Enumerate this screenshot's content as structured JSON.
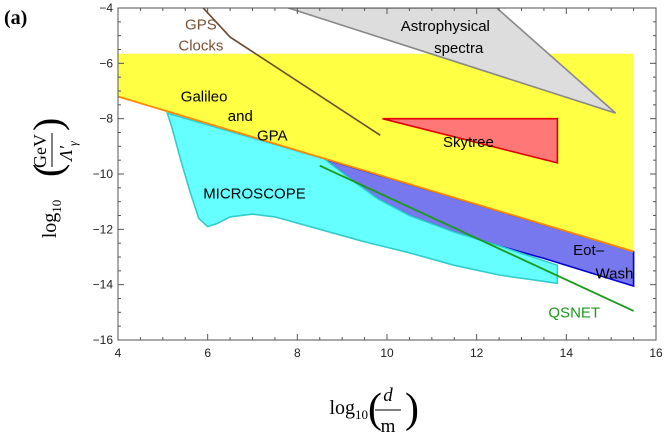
{
  "chart_data": {
    "type": "area",
    "panel_label": "(a)",
    "xlabel": {
      "pre": "log",
      "sub": "10",
      "num": "d",
      "den": "m"
    },
    "ylabel": {
      "pre": "log",
      "sub": "10",
      "num": "GeV",
      "den": "Λ′",
      "den_sub": "γ"
    },
    "xlim": [
      4,
      16
    ],
    "ylim": [
      -16,
      -4
    ],
    "xticks": [
      4,
      6,
      8,
      10,
      12,
      14,
      16
    ],
    "yticks": [
      -16,
      -14,
      -12,
      -10,
      -8,
      -6,
      -4
    ],
    "grid": false,
    "series": [
      {
        "name": "Galileo and GPA",
        "kind": "region",
        "fill": "#ffff44",
        "stroke": "none",
        "points": [
          [
            4,
            -7.2
          ],
          [
            4,
            -5.65
          ],
          [
            15.5,
            -5.65
          ],
          [
            15.5,
            -12.8
          ]
        ]
      },
      {
        "name": "Eot-Wash",
        "kind": "region",
        "fill": "#7777ee",
        "stroke": "#0000cc",
        "points": [
          [
            8.6,
            -9.45
          ],
          [
            15.5,
            -12.8
          ],
          [
            15.5,
            -14.05
          ],
          [
            14.6,
            -13.6
          ],
          [
            13.5,
            -13.05
          ],
          [
            12.5,
            -12.6
          ],
          [
            11.5,
            -12.1
          ],
          [
            10.5,
            -11.5
          ],
          [
            9.8,
            -10.9
          ],
          [
            9.2,
            -10.2
          ],
          [
            8.6,
            -9.45
          ]
        ]
      },
      {
        "name": "MICROSCOPE",
        "kind": "region",
        "fill": "#66ffff",
        "stroke": "#33cccc",
        "points": [
          [
            5.1,
            -7.8
          ],
          [
            8.6,
            -9.45
          ],
          [
            9.2,
            -10.2
          ],
          [
            9.8,
            -10.9
          ],
          [
            10.5,
            -11.5
          ],
          [
            11.5,
            -12.1
          ],
          [
            12.5,
            -12.6
          ],
          [
            13.8,
            -13.3
          ],
          [
            13.8,
            -13.95
          ],
          [
            12.5,
            -13.65
          ],
          [
            11.5,
            -13.3
          ],
          [
            10.5,
            -12.85
          ],
          [
            9.5,
            -12.45
          ],
          [
            8.5,
            -12.0
          ],
          [
            7.5,
            -11.55
          ],
          [
            7.0,
            -11.45
          ],
          [
            6.5,
            -11.55
          ],
          [
            6.2,
            -11.8
          ],
          [
            6.0,
            -11.9
          ],
          [
            5.8,
            -11.6
          ],
          [
            5.6,
            -10.6
          ],
          [
            5.4,
            -9.5
          ],
          [
            5.2,
            -8.3
          ],
          [
            5.1,
            -7.8
          ]
        ]
      },
      {
        "name": "Skytree",
        "kind": "region",
        "fill": "#ff7777",
        "stroke": "#dd0000",
        "points": [
          [
            9.9,
            -8.0
          ],
          [
            13.8,
            -8.0
          ],
          [
            13.8,
            -9.6
          ]
        ]
      },
      {
        "name": "Astrophysical spectra",
        "kind": "region",
        "fill": "#dddddd",
        "stroke": "#888888",
        "points": [
          [
            7.8,
            -4.0
          ],
          [
            12.45,
            -4.0
          ],
          [
            15.1,
            -7.8
          ]
        ]
      },
      {
        "name": "",
        "kind": "line",
        "stroke": "#ff8800",
        "width": 1.8,
        "points": [
          [
            4,
            -7.2
          ],
          [
            15.5,
            -12.8
          ]
        ]
      },
      {
        "name": "GPS Clocks",
        "kind": "line",
        "stroke": "#6b4a2e",
        "width": 1.6,
        "points": [
          [
            5.9,
            -4.0
          ],
          [
            6.5,
            -5.05
          ],
          [
            9.85,
            -8.6
          ]
        ]
      },
      {
        "name": "QSNET",
        "kind": "line",
        "stroke": "#1a9a1a",
        "width": 1.8,
        "points": [
          [
            8.5,
            -9.7
          ],
          [
            15.5,
            -14.95
          ]
        ]
      }
    ],
    "annotations": [
      {
        "lines": [
          "Astrophysical",
          "spectra"
        ],
        "x": [
          11.3,
          11.6
        ],
        "y": [
          -4.65,
          -5.45
        ],
        "color": "#000000",
        "anchor": "middle"
      },
      {
        "lines": [
          "GPS",
          "Clocks"
        ],
        "x": [
          5.85,
          5.85
        ],
        "y": [
          -4.6,
          -5.35
        ],
        "color": "#7a5232",
        "anchor": "middle"
      },
      {
        "lines": [
          "Galileo",
          "and",
          "GPA"
        ],
        "x": [
          5.4,
          6.45,
          7.1
        ],
        "y": [
          -7.2,
          -7.9,
          -8.6
        ],
        "color": "#000000",
        "anchor": "start"
      },
      {
        "lines": [
          "Skytree"
        ],
        "x": [
          11.25
        ],
        "y": [
          -8.85
        ],
        "color": "#000000",
        "anchor": "start"
      },
      {
        "lines": [
          "MICROSCOPE"
        ],
        "x": [
          5.9
        ],
        "y": [
          -10.7
        ],
        "color": "#000000",
        "anchor": "start"
      },
      {
        "lines": [
          "Eot–",
          "Wash"
        ],
        "x": [
          14.15,
          14.65
        ],
        "y": [
          -12.75,
          -13.6
        ],
        "color": "#000000",
        "anchor": "start"
      },
      {
        "lines": [
          "QSNET"
        ],
        "x": [
          13.6
        ],
        "y": [
          -15.0
        ],
        "color": "#1a9a1a",
        "anchor": "start"
      }
    ]
  }
}
